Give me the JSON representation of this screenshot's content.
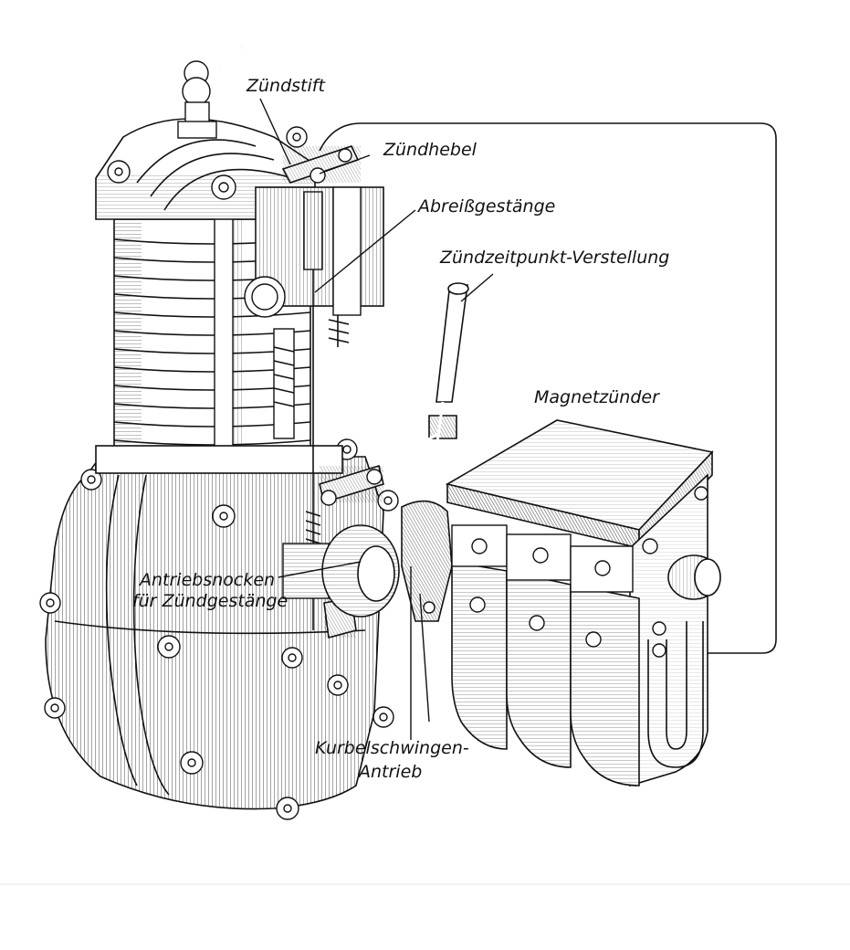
{
  "labels": {
    "zuendstift": "Zündstift",
    "zuendhebel": "Zündhebel",
    "abreissgestaenge": "Abreißgestänge",
    "zuendzeitpunkt": "Zündzeitpunkt-Verstellung",
    "magnetzuender": "Magnetzünder",
    "antriebsnocken_line1": "Antriebsnocken",
    "antriebsnocken_line2": "für Zündgestänge",
    "kurbelschwingen_line1": "Kurbelschwingen-",
    "kurbelschwingen_line2": "Antrieb"
  }
}
